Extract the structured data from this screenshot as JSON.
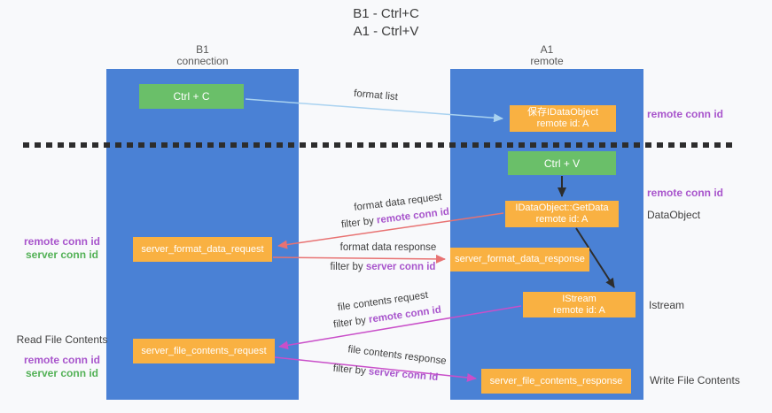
{
  "title": {
    "line1": "B1 - Ctrl+C",
    "line2": "A1 - Ctrl+V"
  },
  "lanes": {
    "left": {
      "title": "B1",
      "subtitle": "connection"
    },
    "right": {
      "title": "A1",
      "subtitle": "remote"
    }
  },
  "nodes": {
    "ctrl_c": {
      "label": "Ctrl + C"
    },
    "save_idataobject": {
      "title": "保存IDataObject",
      "subtitle": "remote id: A"
    },
    "ctrl_v": {
      "label": "Ctrl + V"
    },
    "idataobject_getdata": {
      "title": "IDataObject::GetData",
      "subtitle": "remote id: A"
    },
    "server_format_data_request": {
      "label": "server_format_data_request"
    },
    "server_format_data_response": {
      "label": "server_format_data_response"
    },
    "istream": {
      "title": "IStream",
      "subtitle": "remote id: A"
    },
    "server_file_contents_request": {
      "label": "server_file_contents_request"
    },
    "server_file_contents_response": {
      "label": "server_file_contents_response"
    }
  },
  "flows": {
    "format_list": {
      "text": "format list"
    },
    "format_data_request": {
      "text": "format data request",
      "filter_prefix": "filter by ",
      "filter_key": "remote conn id"
    },
    "format_data_response": {
      "text": "format data response",
      "filter_prefix": "filter by ",
      "filter_key": "server conn id"
    },
    "file_contents_request": {
      "text": "file contents request",
      "filter_prefix": "filter by ",
      "filter_key": "remote conn id"
    },
    "file_contents_response": {
      "text": "file contents response",
      "filter_prefix": "filter by ",
      "filter_key": "server conn id"
    }
  },
  "side_labels": {
    "right": [
      {
        "text": "remote conn id"
      },
      {
        "text": "remote conn id"
      },
      {
        "text": "DataObject"
      },
      {
        "text": "Istream"
      },
      {
        "text": "Write File Contents"
      }
    ],
    "left": [
      {
        "text": "remote conn id"
      },
      {
        "text": "server conn id"
      },
      {
        "text": "Read File Contents"
      },
      {
        "text": "remote conn id"
      },
      {
        "text": "server conn id"
      }
    ]
  },
  "colors": {
    "lane_blue": "#4a81d5",
    "action_green": "#6abf69",
    "node_orange": "#f9b142",
    "arrow_blue": "#a9d2f0",
    "arrow_red": "#e87272",
    "arrow_magenta": "#c94fc9",
    "arrow_black": "#2d2d2d",
    "conn_id_purple": "#a855cc",
    "conn_id_green": "#53b156"
  }
}
